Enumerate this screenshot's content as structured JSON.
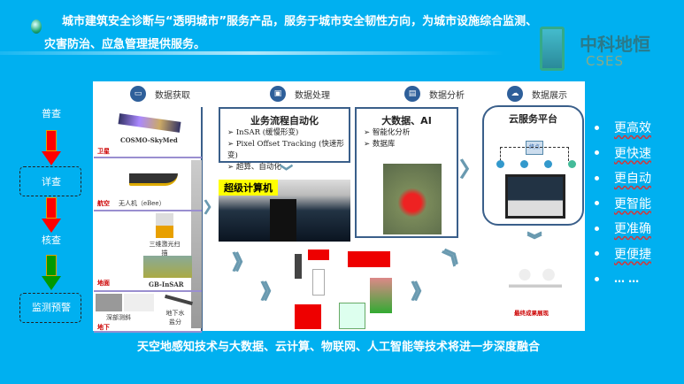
{
  "intro": "城市建筑安全诊断与“透明城市”服务产品，服务于城市安全韧性方向，为城市设施综合监测、灾害防治、应急管理提供服务。",
  "logo": {
    "cn": "中科地恒",
    "en": "CSES"
  },
  "left_flow": {
    "steps": [
      "普查",
      "详查",
      "核查",
      "监测预警"
    ],
    "colors": {
      "red": "#ff0000",
      "green": "#009900"
    }
  },
  "headers": [
    {
      "label": "数据获取",
      "icon": "folder-icon"
    },
    {
      "label": "数据处理",
      "icon": "monitor-tools-icon"
    },
    {
      "label": "数据分析",
      "icon": "computer-icon"
    },
    {
      "label": "数据展示",
      "icon": "cloud-upload-icon"
    }
  ],
  "acquisition": {
    "satellite_label": "卫星",
    "satellite_name": "COSMO-SkyMed",
    "air_label": "航空",
    "uav": "无人机（eBee）",
    "laser": "三维激光扫描",
    "gbinsar": "GB-InSAR",
    "ground_label": "地面",
    "incline": "深部测斜",
    "groundwater": "地下水盐分",
    "underground_label": "地下"
  },
  "processing": {
    "title": "业务流程自动化",
    "items": [
      "InSAR (缓慢形变)",
      "Pixel Offset Tracking (快速形变)",
      "超算、自动化"
    ],
    "supercomputer": "超级计算机"
  },
  "analysis": {
    "title": "大数据、AI",
    "items": [
      "智能化分析",
      "数据库"
    ]
  },
  "display": {
    "title": "云服务平台",
    "hub": "终点",
    "result": "最终成果展现"
  },
  "right_list": [
    "更高效",
    "更快速",
    "更自动",
    "更智能",
    "更准确",
    "更便捷",
    "… …"
  ],
  "footer": "天空地感知技术与大数据、云计算、物联网、人工智能等技术将进一步深度融合",
  "colors": {
    "background": "#00b0f0",
    "box_border": "#3a5f8a",
    "header_icon": "#2e5f9a"
  }
}
